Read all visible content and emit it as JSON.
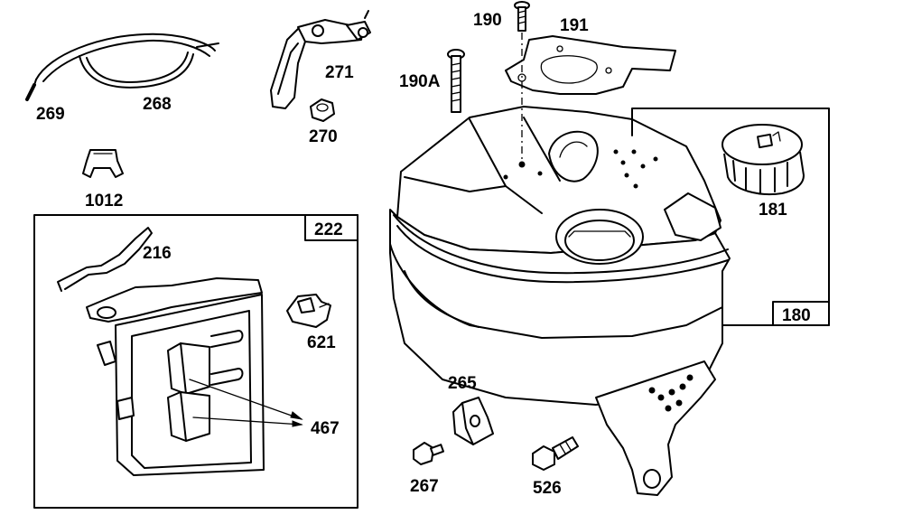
{
  "labels": {
    "p269": "269",
    "p268": "268",
    "p271": "271",
    "p270": "270",
    "p190": "190",
    "p191": "191",
    "p190A": "190A",
    "p1012": "1012",
    "p181": "181",
    "p180": "180",
    "p222": "222",
    "p216": "216",
    "p621": "621",
    "p467": "467",
    "p265": "265",
    "p267": "267",
    "p526": "526"
  }
}
